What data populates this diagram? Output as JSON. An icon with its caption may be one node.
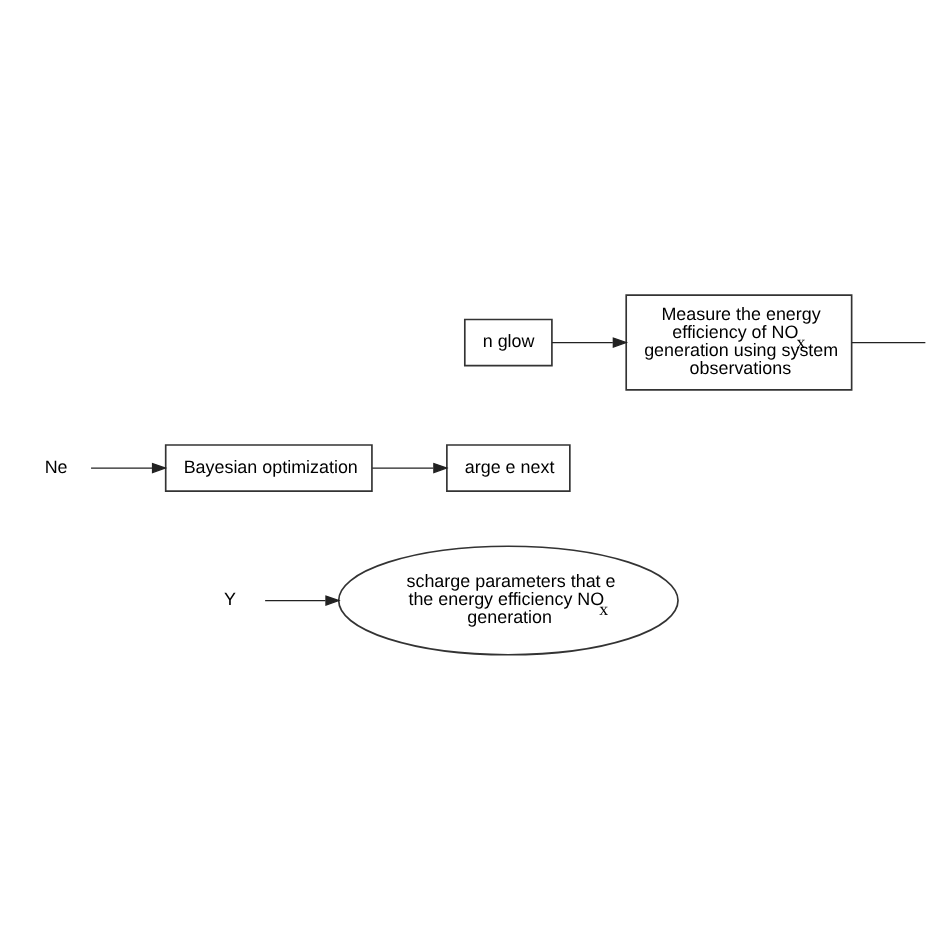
{
  "diagram": {
    "nodes": [
      {
        "text": [
          "n glow"
        ]
      },
      {
        "text": [
          "Measure the energy efficiency of NO$_{x}$ generation using system observations"
        ]
      },
      {
        "text": [
          "arge e next"
        ]
      },
      {
        "text": [
          "Bayesian optimization"
        ]
      },
      {
        "text": [
          "Ne"
        ]
      },
      {
        "text": [
          "scharge parameters that e the energy efficiency NO$_{x}$ generation"
        ]
      },
      {
        "text": [
          "Y"
        ]
      }
    ],
    "edges": [
      {
        "from": 0,
        "to": 1,
        "arrow": "to"
      },
      {
        "from": 1,
        "to": null,
        "arrow": "none"
      },
      {
        "from": 3,
        "to": 2,
        "arrow": "to"
      },
      {
        "from": 4,
        "to": 3,
        "arrow": "to"
      },
      {
        "from": 6,
        "to": 5,
        "arrow": "to"
      }
    ]
  }
}
